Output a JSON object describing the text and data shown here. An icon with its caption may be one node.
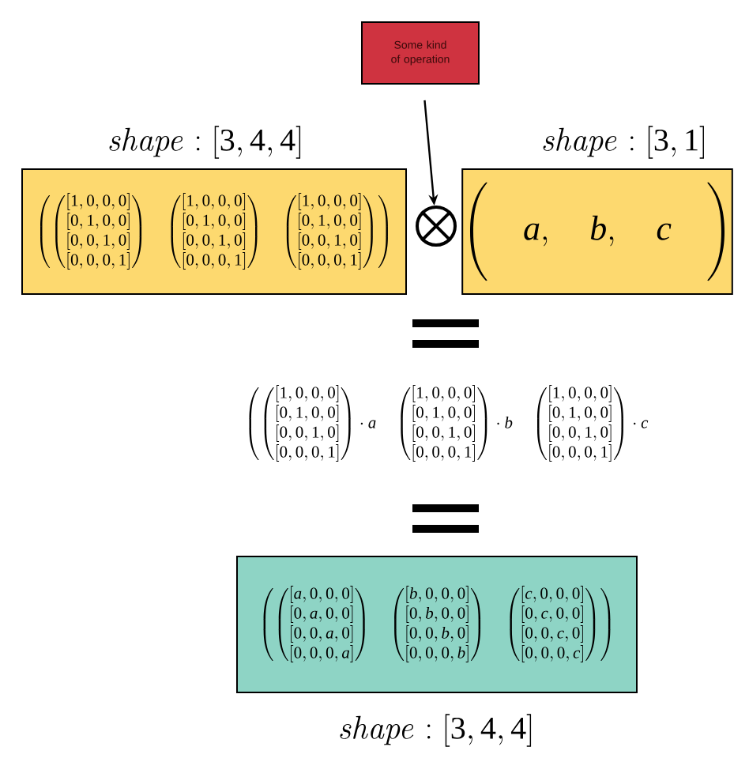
{
  "diagram": {
    "nodes": [
      {
        "text": [
          "Some kind of operation"
        ]
      },
      {
        "text": [
          "\\mathit{shape}:[3,4,4]",
          "\\left(\\begin{pmatrix}[1,0,0,0]\\\\{}[0,1,0,0]\\\\{}[0,0,1,0]\\\\{}[0,0,0,1]\\end{pmatrix}\\quad\\begin{pmatrix}[1,0,0,0]\\\\{}[0,1,0,0]\\\\{}[0,0,1,0]\\\\{}[0,0,0,1]\\end{pmatrix}\\quad\\begin{pmatrix}[1,0,0,0]\\\\{}[0,1,0,0]\\\\{}[0,0,1,0]\\\\{}[0,0,0,1]\\end{pmatrix}\\right)"
        ]
      },
      {
        "text": [],
        "shape": "circle"
      },
      {
        "text": [
          "\\mathit{shape}:[3,1]",
          "\\Bigg(\\quad a,\\quad b,\\quad c\\quad\\Bigg)"
        ]
      },
      {
        "text": [
          "\\left(\\begin{pmatrix}[a,0,0,0]\\\\{}[0,a,0,0]\\\\{}[0,0,a,0]\\\\{}[0,0,0,a]\\end{pmatrix}\\quad\\begin{pmatrix}[b,0,0,0]\\\\{}[0,b,0,0]\\\\{}[0,0,b,0]\\\\{}[0,0,0,b]\\end{pmatrix}\\quad\\begin{pmatrix}[c,0,0,0]\\\\{}[0,c,0,0]\\\\{}[0,0,c,0]\\\\{}[0,0,0,c]\\end{pmatrix}\\right)",
          "\\mathit{shape}:[3,4,4]"
        ]
      }
    ],
    "edges": [
      {
        "from": 0,
        "to": 2,
        "arrow": "to"
      }
    ],
    "labels": [
      "\\left(\\begin{pmatrix}[1,0,0,0]\\\\{}[0,1,0,0]\\\\{}[0,0,1,0]\\\\{}[0,0,0,1]\\end{pmatrix}\\cdot a\\quad\\begin{pmatrix}[1,0,0,0]\\\\{}[0,1,0,0]\\\\{}[0,0,1,0]\\\\{}[0,0,0,1]\\end{pmatrix}\\cdot b\\quad\\begin{pmatrix}[1,0,0,0]\\\\{}[0,1,0,0]\\\\{}[0,0,1,0]\\\\{}[0,0,0,1]\\end{pmatrix}\\cdot c\\right."
    ]
  }
}
